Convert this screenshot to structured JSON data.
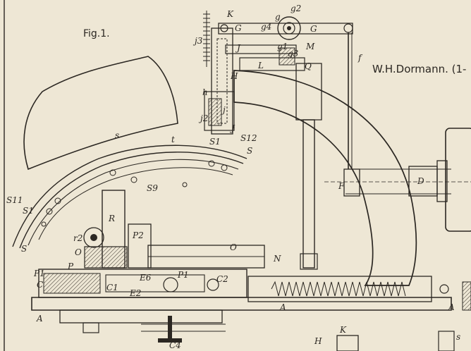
{
  "figure_title": "Fig.1.",
  "author_caption": "W.H.Dormann. (1-",
  "part_labels": {
    "K_top": "K",
    "g2": "g2",
    "g": "g",
    "G_left": "G",
    "g4": "g4",
    "G_right": "G",
    "j3": "j3",
    "J_upper": "J",
    "g1": "g1",
    "g3": "g3",
    "M": "M",
    "H": "H",
    "L": "L",
    "Q": "Q",
    "f": "f",
    "h": "h",
    "j2": "j2",
    "j": "j",
    "J_lower": "J",
    "S12": "S12",
    "s_hat": "s",
    "t": "t",
    "S1_top": "S1",
    "S_right": "S",
    "S11": "S11",
    "S1_left": "S1",
    "S9": "S9",
    "S_bottom": "S",
    "F": "F",
    "D": "D",
    "R": "R",
    "r2": "r2",
    "P2": "P2",
    "O_left": "O",
    "O_right": "O",
    "N": "N",
    "P": "P",
    "P1_left": "P1",
    "C": "C",
    "E6": "E6",
    "C1": "C1",
    "E2": "E2",
    "P1_mid": "P1",
    "C2": "C2",
    "A_left": "A",
    "A_mid": "A",
    "A_right": "A",
    "C4": "C4",
    "H_bottom": "H",
    "K_bottom": "K",
    "s_right": "s"
  }
}
